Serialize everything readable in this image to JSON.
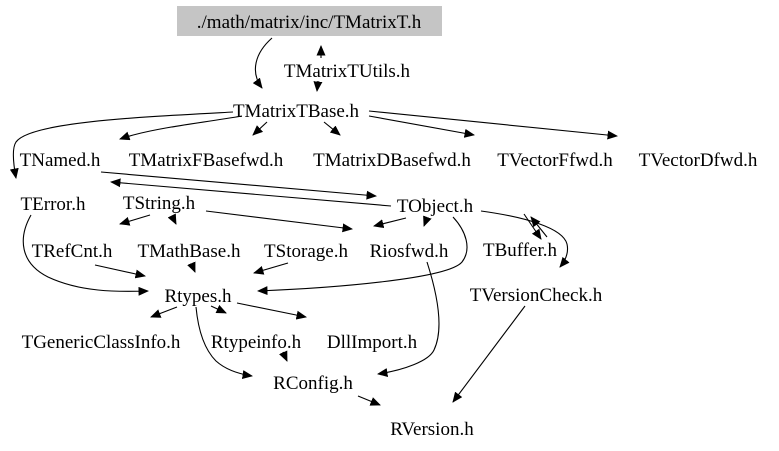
{
  "diagram": {
    "type": "include-dependency-graph",
    "colors": {
      "background": "#ffffff",
      "edge": "#000000",
      "text": "#000000",
      "main_node_fill": "#c5c5c5"
    },
    "nodes": [
      {
        "id": "tmatrixt",
        "label": "./math/matrix/inc/TMatrixT.h",
        "highlighted": true
      },
      {
        "id": "tmatrixtutils",
        "label": "TMatrixTUtils.h"
      },
      {
        "id": "tmatrixtbase",
        "label": "TMatrixTBase.h"
      },
      {
        "id": "tnamed",
        "label": "TNamed.h"
      },
      {
        "id": "tmatrixfbasefwd",
        "label": "TMatrixFBasefwd.h"
      },
      {
        "id": "tmatrixdbasefwd",
        "label": "TMatrixDBasefwd.h"
      },
      {
        "id": "tvectorffwd",
        "label": "TVectorFfwd.h"
      },
      {
        "id": "tvectordfwd",
        "label": "TVectorDfwd.h"
      },
      {
        "id": "terror",
        "label": "TError.h"
      },
      {
        "id": "tstring",
        "label": "TString.h"
      },
      {
        "id": "tobject",
        "label": "TObject.h"
      },
      {
        "id": "trefcnt",
        "label": "TRefCnt.h"
      },
      {
        "id": "tmathbase",
        "label": "TMathBase.h"
      },
      {
        "id": "tstorage",
        "label": "TStorage.h"
      },
      {
        "id": "riosfwd",
        "label": "Riosfwd.h"
      },
      {
        "id": "tbuffer",
        "label": "TBuffer.h"
      },
      {
        "id": "rtypes",
        "label": "Rtypes.h"
      },
      {
        "id": "tversioncheck",
        "label": "TVersionCheck.h"
      },
      {
        "id": "tgenericclassinfo",
        "label": "TGenericClassInfo.h"
      },
      {
        "id": "rtypeinfo",
        "label": "Rtypeinfo.h"
      },
      {
        "id": "dllimport",
        "label": "DllImport.h"
      },
      {
        "id": "rconfig",
        "label": "RConfig.h"
      },
      {
        "id": "rversion",
        "label": "RVersion.h"
      }
    ],
    "edges": [
      {
        "from": "tmatrixt",
        "to": "tmatrixtbase"
      },
      {
        "from": "tmatrixtutils",
        "to": "tmatrixt"
      },
      {
        "from": "tmatrixtutils",
        "to": "tmatrixtbase"
      },
      {
        "from": "tmatrixtbase",
        "to": "tnamed"
      },
      {
        "from": "tmatrixtbase",
        "to": "terror"
      },
      {
        "from": "tmatrixtbase",
        "to": "tmatrixfbasefwd"
      },
      {
        "from": "tmatrixtbase",
        "to": "tmatrixdbasefwd"
      },
      {
        "from": "tmatrixtbase",
        "to": "tvectorffwd"
      },
      {
        "from": "tmatrixtbase",
        "to": "tvectordfwd"
      },
      {
        "from": "tnamed",
        "to": "tobject"
      },
      {
        "from": "tobject",
        "to": "tnamed"
      },
      {
        "from": "tstring",
        "to": "trefcnt"
      },
      {
        "from": "tstring",
        "to": "tmathbase"
      },
      {
        "from": "tstring",
        "to": "tstorage"
      },
      {
        "from": "tobject",
        "to": "tstorage"
      },
      {
        "from": "tobject",
        "to": "riosfwd"
      },
      {
        "from": "tobject",
        "to": "tbuffer"
      },
      {
        "from": "tbuffer",
        "to": "tobject"
      },
      {
        "from": "tobject",
        "to": "tversioncheck"
      },
      {
        "from": "tobject",
        "to": "rtypes"
      },
      {
        "from": "terror",
        "to": "rtypes"
      },
      {
        "from": "trefcnt",
        "to": "rtypes"
      },
      {
        "from": "tmathbase",
        "to": "rtypes"
      },
      {
        "from": "tstorage",
        "to": "rtypes"
      },
      {
        "from": "riosfwd",
        "to": "rconfig"
      },
      {
        "from": "rtypes",
        "to": "tgenericclassinfo"
      },
      {
        "from": "rtypes",
        "to": "rtypeinfo"
      },
      {
        "from": "rtypes",
        "to": "dllimport"
      },
      {
        "from": "rtypes",
        "to": "rconfig"
      },
      {
        "from": "rtypeinfo",
        "to": "rconfig"
      },
      {
        "from": "tversioncheck",
        "to": "rversion"
      },
      {
        "from": "rconfig",
        "to": "rversion"
      }
    ]
  }
}
